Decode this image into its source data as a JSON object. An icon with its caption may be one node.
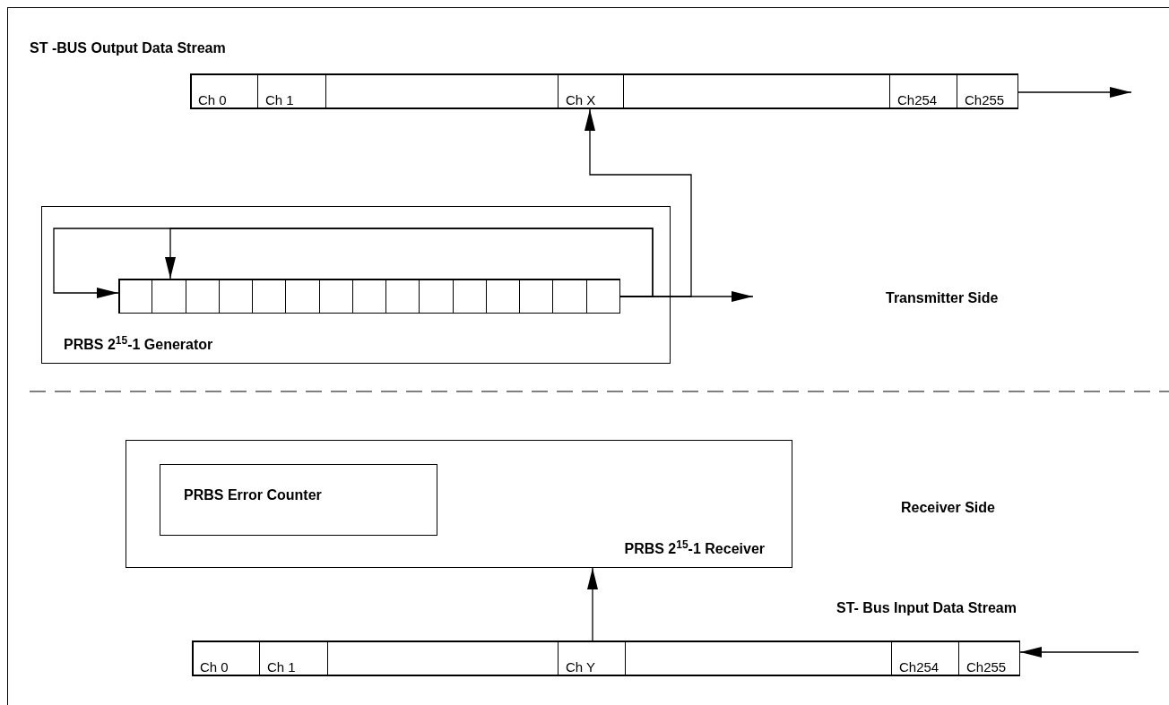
{
  "diagram": {
    "nodes": [
      {
        "text": [],
        "shape": "bar"
      },
      {
        "text": [
          "Ch 0"
        ],
        "in": 0
      },
      {
        "text": [
          "Ch 1"
        ],
        "in": 0
      },
      {
        "text": [],
        "shape": "box",
        "in": 0
      },
      {
        "text": [
          "Ch X"
        ],
        "in": 0
      },
      {
        "text": [],
        "shape": "box",
        "in": 0
      },
      {
        "text": [
          "Ch254"
        ],
        "in": 0
      },
      {
        "text": [
          "Ch255"
        ],
        "in": 0
      },
      {
        "text": [
          "PRBS 2$^{15}$-1 Generator"
        ]
      },
      {
        "text": [],
        "shape": "bar",
        "in": 8
      },
      {
        "text": [],
        "shape": "box",
        "in": 9
      },
      {
        "text": [],
        "shape": "box",
        "in": 9
      },
      {
        "text": [],
        "shape": "box",
        "in": 9
      },
      {
        "text": [],
        "shape": "box",
        "in": 9
      },
      {
        "text": [],
        "shape": "box",
        "in": 9
      },
      {
        "text": [],
        "shape": "box",
        "in": 9
      },
      {
        "text": [],
        "shape": "box",
        "in": 9
      },
      {
        "text": [],
        "shape": "box",
        "in": 9
      },
      {
        "text": [],
        "shape": "box",
        "in": 9
      },
      {
        "text": [],
        "shape": "box",
        "in": 9
      },
      {
        "text": [],
        "shape": "box",
        "in": 9
      },
      {
        "text": [],
        "shape": "box",
        "in": 9
      },
      {
        "text": [],
        "shape": "box",
        "in": 9
      },
      {
        "text": [],
        "shape": "box",
        "in": 9
      },
      {
        "text": [],
        "shape": "box",
        "in": 9
      },
      {
        "text": [
          "PRBS 2$^{15}$-1 Receiver"
        ]
      },
      {
        "text": [
          "PRBS Error Counter"
        ],
        "in": 25
      },
      {
        "text": [],
        "shape": "bar"
      },
      {
        "text": [
          "Ch 0"
        ],
        "in": 27
      },
      {
        "text": [
          "Ch 1"
        ],
        "in": 27
      },
      {
        "text": [],
        "shape": "box",
        "in": 27
      },
      {
        "text": [
          "Ch Y"
        ],
        "in": 27
      },
      {
        "text": [],
        "shape": "box",
        "in": 27
      },
      {
        "text": [
          "Ch254"
        ],
        "in": 27
      },
      {
        "text": [
          "Ch255"
        ],
        "in": 27
      }
    ],
    "edges": [
      {
        "from": 7,
        "to": null,
        "arrow": "to"
      },
      {
        "from": 24,
        "to": null,
        "arrow": "to"
      },
      {
        "from": 24,
        "to": 4,
        "arrow": "to"
      },
      {
        "from": 24,
        "to": 10,
        "arrow": "to"
      },
      {
        "from": 24,
        "to": 11,
        "arrow": "to"
      },
      {
        "from": 31,
        "to": 25,
        "arrow": "to"
      },
      {
        "from": null,
        "to": 34,
        "arrow": "to"
      }
    ],
    "labels": [
      "ST -BUS Output Data Stream",
      "Transmitter Side",
      "Receiver Side",
      "ST- Bus Input Data Stream"
    ]
  }
}
